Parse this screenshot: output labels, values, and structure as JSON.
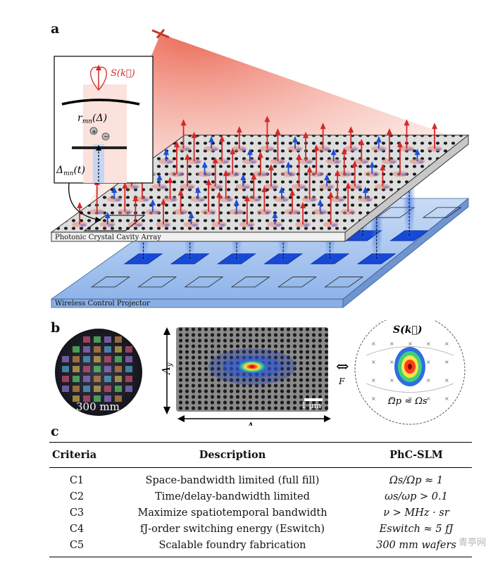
{
  "panel_a": {
    "letter": "a",
    "inset_symbol": "S(k⃗)",
    "inset_r": "r",
    "inset_r_sub": "mn",
    "inset_r_arg": "(Δ)",
    "inset_delta": "Δ",
    "inset_delta_sub": "mn",
    "inset_delta_arg": "(t)",
    "top_slab_label": "Photonic Crystal Cavity Array",
    "bottom_slab_label": "Wireless Control Projector",
    "colors": {
      "red_arrow": "#d62728",
      "blue_arrow": "#1f4fd8",
      "slab": "#e6e6e6",
      "projector": "#9ec2f0"
    }
  },
  "panel_b": {
    "letter": "b",
    "wafer_label": "300 mm",
    "axis_y": "Λ",
    "axis_y_sub": "y",
    "axis_x": "Λ",
    "axis_x_sub": "x",
    "scale_label": "1 μm",
    "fourier_symbol": "⇔",
    "fourier_sub": "F",
    "farfield_title": "S(k⃗)",
    "farfield_eq": "Ωp ≈ Ωs"
  },
  "panel_c": {
    "letter": "c",
    "headers": [
      "Criteria",
      "Description",
      "PhC-SLM"
    ],
    "rows": [
      [
        "C1",
        "Space-bandwidth limited (full fill)",
        "Ωs/Ωp ≈ 1"
      ],
      [
        "C2",
        "Time/delay-bandwidth limited",
        "ωs/ωp > 0.1"
      ],
      [
        "C3",
        "Maximize spatiotemporal bandwidth",
        "ν > MHz · sr"
      ],
      [
        "C4",
        "fJ-order switching energy (Eswitch)",
        "Eswitch ≈ 5 fJ"
      ],
      [
        "C5",
        "Scalable foundry fabrication",
        "300 mm wafers"
      ]
    ]
  },
  "watermark": "青亭网"
}
